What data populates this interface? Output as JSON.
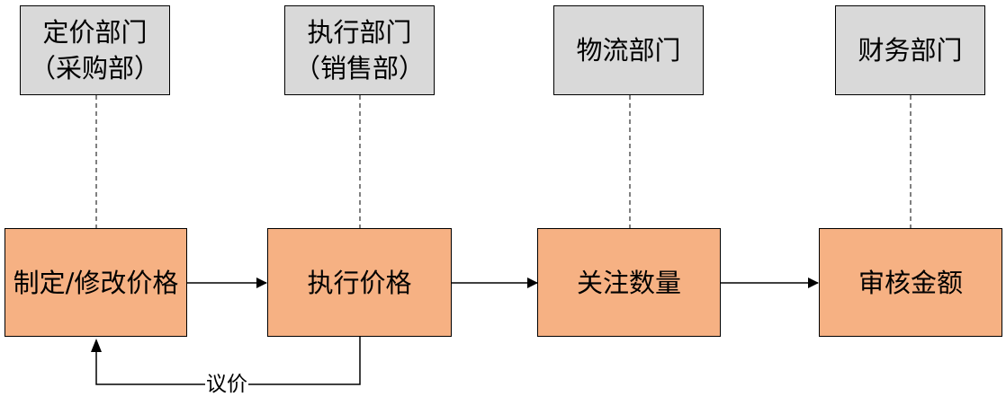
{
  "departments": [
    {
      "line1": "定价部门",
      "line2": "（采购部）"
    },
    {
      "line1": "执行部门",
      "line2": "（销售部）"
    },
    {
      "line1": "物流部门",
      "line2": ""
    },
    {
      "line1": "财务部门",
      "line2": ""
    }
  ],
  "processes": [
    {
      "label": "制定/修改价格"
    },
    {
      "label": "执行价格"
    },
    {
      "label": "关注数量"
    },
    {
      "label": "审核金额"
    }
  ],
  "feedback": {
    "label": "议价"
  },
  "colors": {
    "department_fill": "#d9d9d9",
    "process_fill": "#f6b183",
    "line": "#000000"
  }
}
